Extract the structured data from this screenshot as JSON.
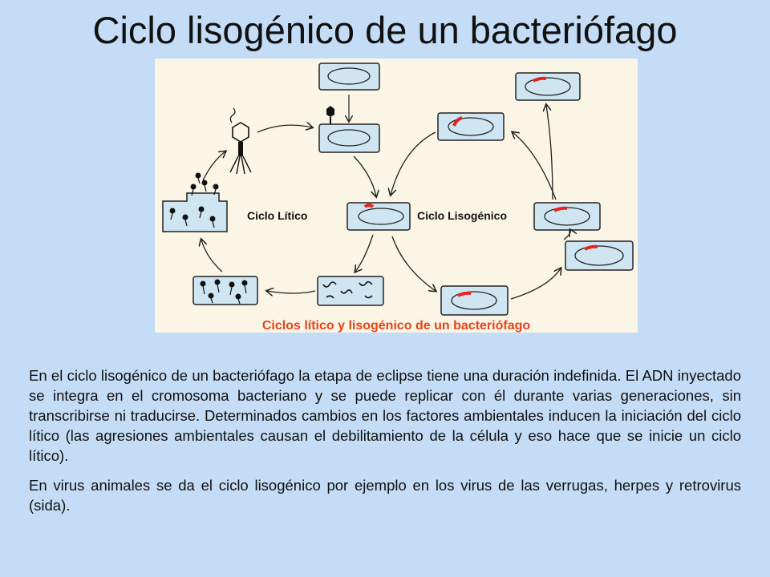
{
  "title": "Ciclo lisogénico de un bacteriófago",
  "diagram": {
    "label_lytic": "Ciclo Lítico",
    "label_lysogenic": "Ciclo Lisogénico",
    "caption": "Ciclos lítico y lisogénico de un bacteriófago",
    "colors": {
      "cell_fill": "#cfe6f2",
      "background": "#fbf5e6",
      "prophage": "#e8211a",
      "caption": "#e8431a"
    }
  },
  "paragraphs": [
    "En el ciclo lisogénico de un bacteriófago la etapa de eclipse tiene una duración indefinida. El ADN inyectado se integra en el cromosoma bacteriano y se puede replicar con él durante varias generaciones, sin transcribirse ni traducirse. Determinados cambios en los factores ambientales inducen la iniciación del ciclo lítico (las agresiones ambientales causan el debilitamiento de la célula y eso hace que se inicie un ciclo lítico).",
    "En virus animales se da el ciclo lisogénico por ejemplo en los virus de las verrugas, herpes y retrovirus (sida)."
  ]
}
